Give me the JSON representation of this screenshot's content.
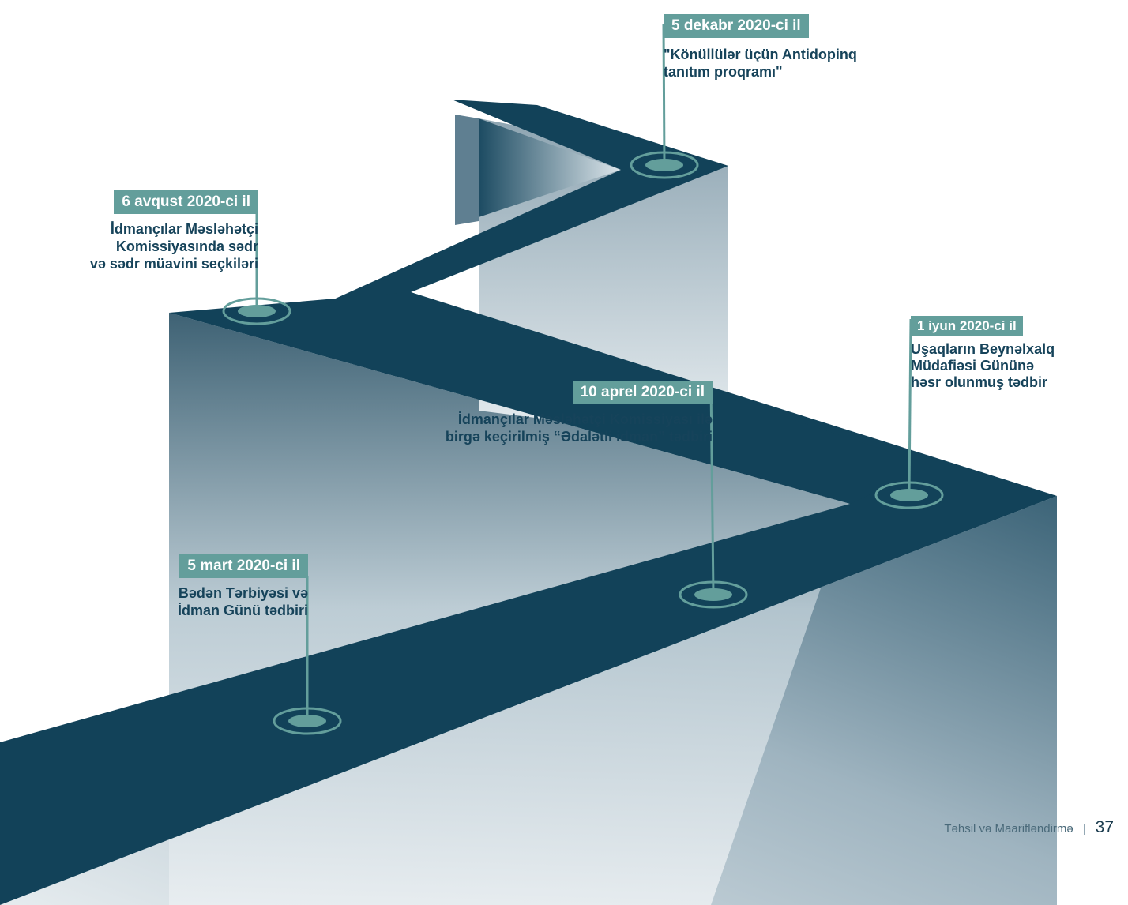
{
  "milestones": [
    {
      "date": "5 mart 2020-ci il",
      "lines": [
        "Bədən Tərbiyəsi və",
        "İdman Günü tədbiri"
      ]
    },
    {
      "date": "10 aprel 2020-ci il",
      "lines": [
        "İdmançılar Məsləhətçi Komissiyası ilə",
        "birgə keçirilmiş “Ədalətli idman” tədbiri"
      ]
    },
    {
      "date": "1 iyun 2020-ci il",
      "lines": [
        "Uşaqların Beynəlxalq",
        "Müdafiəsi Gününə",
        "həsr olunmuş tədbir"
      ]
    },
    {
      "date": "6 avqust 2020-ci il",
      "lines": [
        "İdmançılar Məsləhətçi",
        "Komissiyasında sədr",
        "və sədr müavini seçkiləri"
      ]
    },
    {
      "date": "5 dekabr 2020-ci il",
      "lines": [
        "\"Könüllülər üçün Antidopinq",
        "tanıtım proqramı\""
      ]
    }
  ],
  "footer": {
    "section": "Təhsil və Maarifləndirmə",
    "separator": "|",
    "page": "37"
  },
  "colors": {
    "path": "#124259",
    "accent": "#639e9b",
    "text": "#16435a",
    "wall_light": "#dce5ea"
  }
}
